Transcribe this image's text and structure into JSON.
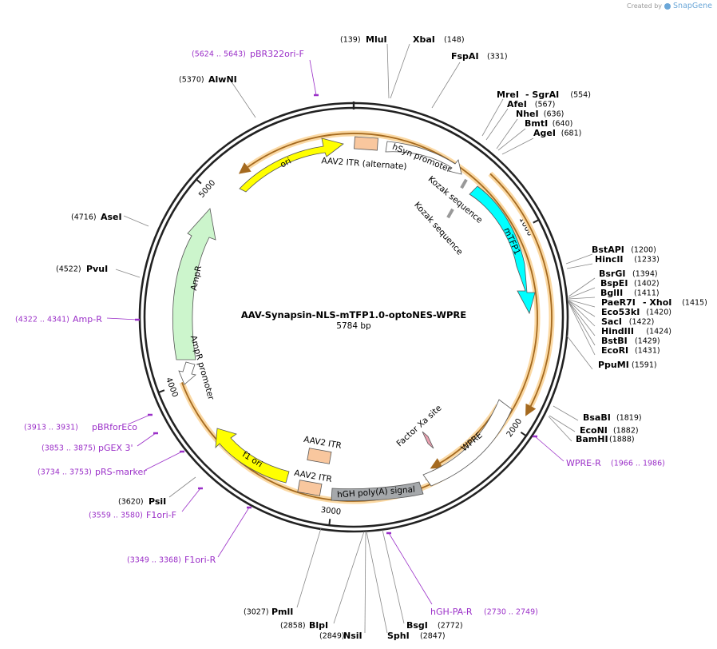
{
  "credit": {
    "created_by": "Created by",
    "brand": "SnapGene"
  },
  "plasmid": {
    "name": "AAV-Synapsin-NLS-mTFP1.0-optoNES-WPRE",
    "length": "5784 bp"
  },
  "ticks": [
    "1000",
    "2000",
    "3000",
    "4000",
    "5000"
  ],
  "features": [
    {
      "label": "ori"
    },
    {
      "label": "AAV2 ITR (alternate)"
    },
    {
      "label": "hSyn promoter"
    },
    {
      "label": "Kozak sequence"
    },
    {
      "label": "Kozak sequence"
    },
    {
      "label": "mTFP1"
    },
    {
      "label": "AmpR"
    },
    {
      "label": "AmpR promoter"
    },
    {
      "label": "Factor Xa site"
    },
    {
      "label": "WPRE"
    },
    {
      "label": "AAV2 ITR"
    },
    {
      "label": "AAV2 ITR"
    },
    {
      "label": "f1 ori"
    },
    {
      "label": "hGH poly(A) signal"
    }
  ],
  "sites": [
    {
      "name": "MluI",
      "pos": "(139)"
    },
    {
      "name": "XbaI",
      "pos": "(148)"
    },
    {
      "name": "FspAI",
      "pos": "(331)"
    },
    {
      "name": "MreI",
      "pos": ""
    },
    {
      "name": "- SgrAI",
      "pos": "(554)"
    },
    {
      "name": "AfeI",
      "pos": "(567)"
    },
    {
      "name": "NheI",
      "pos": "(636)"
    },
    {
      "name": "BmtI",
      "pos": "(640)"
    },
    {
      "name": "AgeI",
      "pos": "(681)"
    },
    {
      "name": "BstAPI",
      "pos": "(1200)"
    },
    {
      "name": "HincII",
      "pos": "(1233)"
    },
    {
      "name": "BsrGI",
      "pos": "(1394)"
    },
    {
      "name": "BspEI",
      "pos": "(1402)"
    },
    {
      "name": "BglII",
      "pos": "(1411)"
    },
    {
      "name": "PaeR7I",
      "pos": ""
    },
    {
      "name": "- XhoI",
      "pos": "(1415)"
    },
    {
      "name": "Eco53kI",
      "pos": "(1420)"
    },
    {
      "name": "SacI",
      "pos": "(1422)"
    },
    {
      "name": "HindIII",
      "pos": "(1424)"
    },
    {
      "name": "BstBI",
      "pos": "(1429)"
    },
    {
      "name": "EcoRI",
      "pos": "(1431)"
    },
    {
      "name": "PpuMI",
      "pos": "(1591)"
    },
    {
      "name": "BsaBI",
      "pos": "(1819)"
    },
    {
      "name": "EcoNI",
      "pos": "(1882)"
    },
    {
      "name": "BamHI",
      "pos": "(1888)"
    },
    {
      "name": "BsgI",
      "pos": "(2772)"
    },
    {
      "name": "SphI",
      "pos": "(2847)"
    },
    {
      "name": "NsiI",
      "pos": "(2849)"
    },
    {
      "name": "BlpI",
      "pos": "(2858)"
    },
    {
      "name": "PmlI",
      "pos": "(3027)"
    },
    {
      "name": "PsiI",
      "pos": "(3620)"
    },
    {
      "name": "PvuI",
      "pos": "(4522)"
    },
    {
      "name": "AseI",
      "pos": "(4716)"
    },
    {
      "name": "AlwNI",
      "pos": "(5370)"
    }
  ],
  "primers": [
    {
      "name": "pBR322ori-F",
      "range": "(5624 .. 5643)"
    },
    {
      "name": "Amp-R",
      "range": "(4322 .. 4341)"
    },
    {
      "name": "pBRforEco",
      "range": "(3913 .. 3931)"
    },
    {
      "name": "pGEX 3'",
      "range": "(3853 .. 3875)"
    },
    {
      "name": "pRS-marker",
      "range": "(3734 .. 3753)"
    },
    {
      "name": "F1ori-F",
      "range": "(3559 .. 3580)"
    },
    {
      "name": "F1ori-R",
      "range": "(3349 .. 3368)"
    },
    {
      "name": "WPRE-R",
      "range": "(1966 .. 1986)"
    },
    {
      "name": "hGH-PA-R",
      "range": "(2730 .. 2749)"
    }
  ],
  "colors": {
    "ori": "#ffff00",
    "itr": "#f9c79e",
    "promoter": "#ffffff",
    "kozak": "#999999",
    "mtfp1": "#00ffff",
    "ampr": "#ccf5cc",
    "wpre": "#ffffff",
    "polyA": "#a5a8ab",
    "f1ori": "#ffff00",
    "orf": "#a56a1f",
    "orf_glow": "#fbd9a4",
    "primer": "#9b30c8",
    "backbone": "#222222"
  }
}
